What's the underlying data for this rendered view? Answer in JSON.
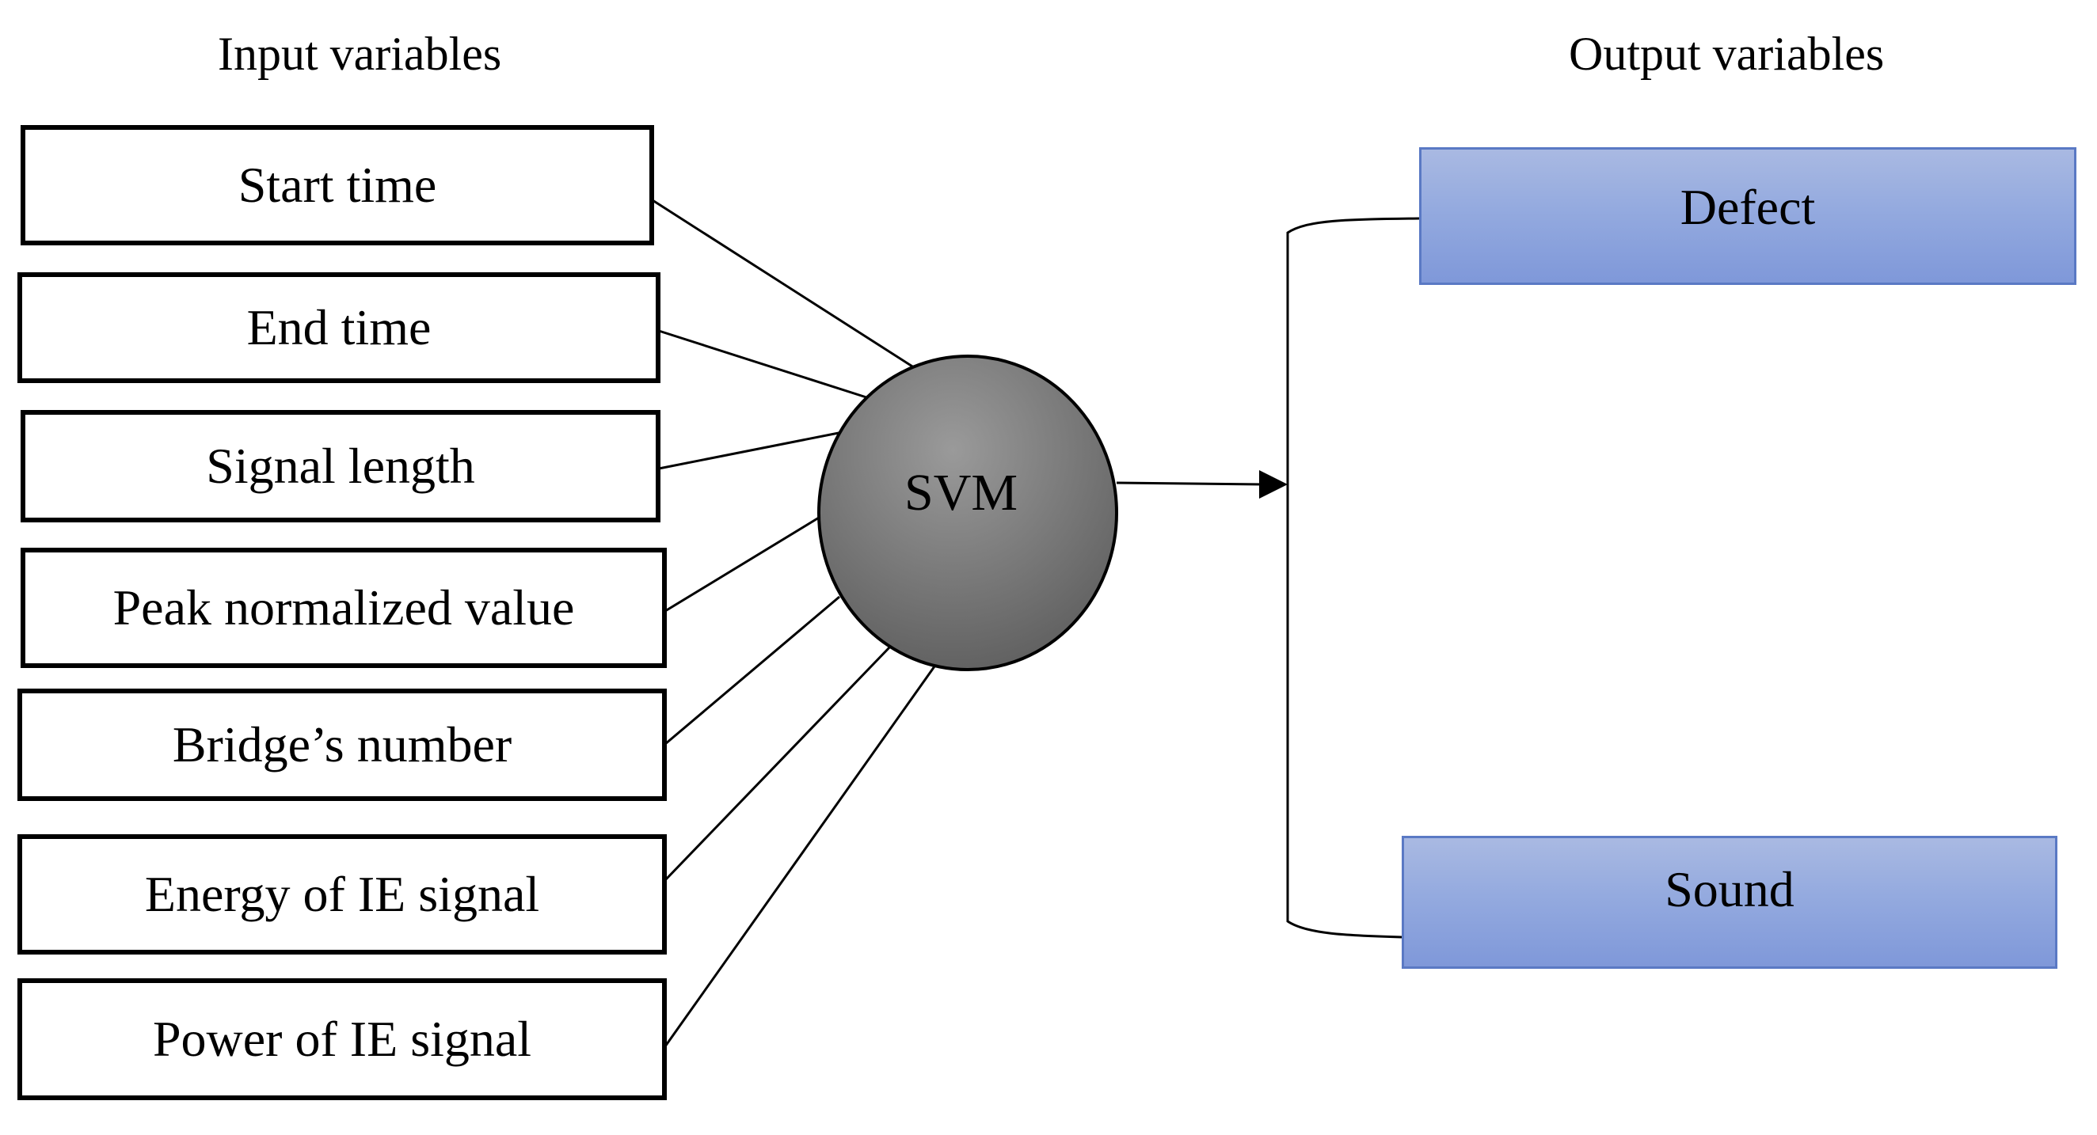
{
  "headings": {
    "input": "Input variables",
    "output": "Output variables"
  },
  "inputs": [
    {
      "label": "Start time"
    },
    {
      "label": "End time"
    },
    {
      "label": "Signal length"
    },
    {
      "label": "Peak normalized value"
    },
    {
      "label": "Bridge’s number"
    },
    {
      "label": "Energy of IE signal"
    },
    {
      "label": "Power of IE signal"
    }
  ],
  "model": {
    "label": "SVM"
  },
  "outputs": [
    {
      "label": "Defect"
    },
    {
      "label": "Sound"
    }
  ],
  "colors": {
    "model_fill": "#7c7c7c",
    "output_fill": "#94aadf",
    "output_border": "#5a79c4",
    "line": "#000000"
  }
}
